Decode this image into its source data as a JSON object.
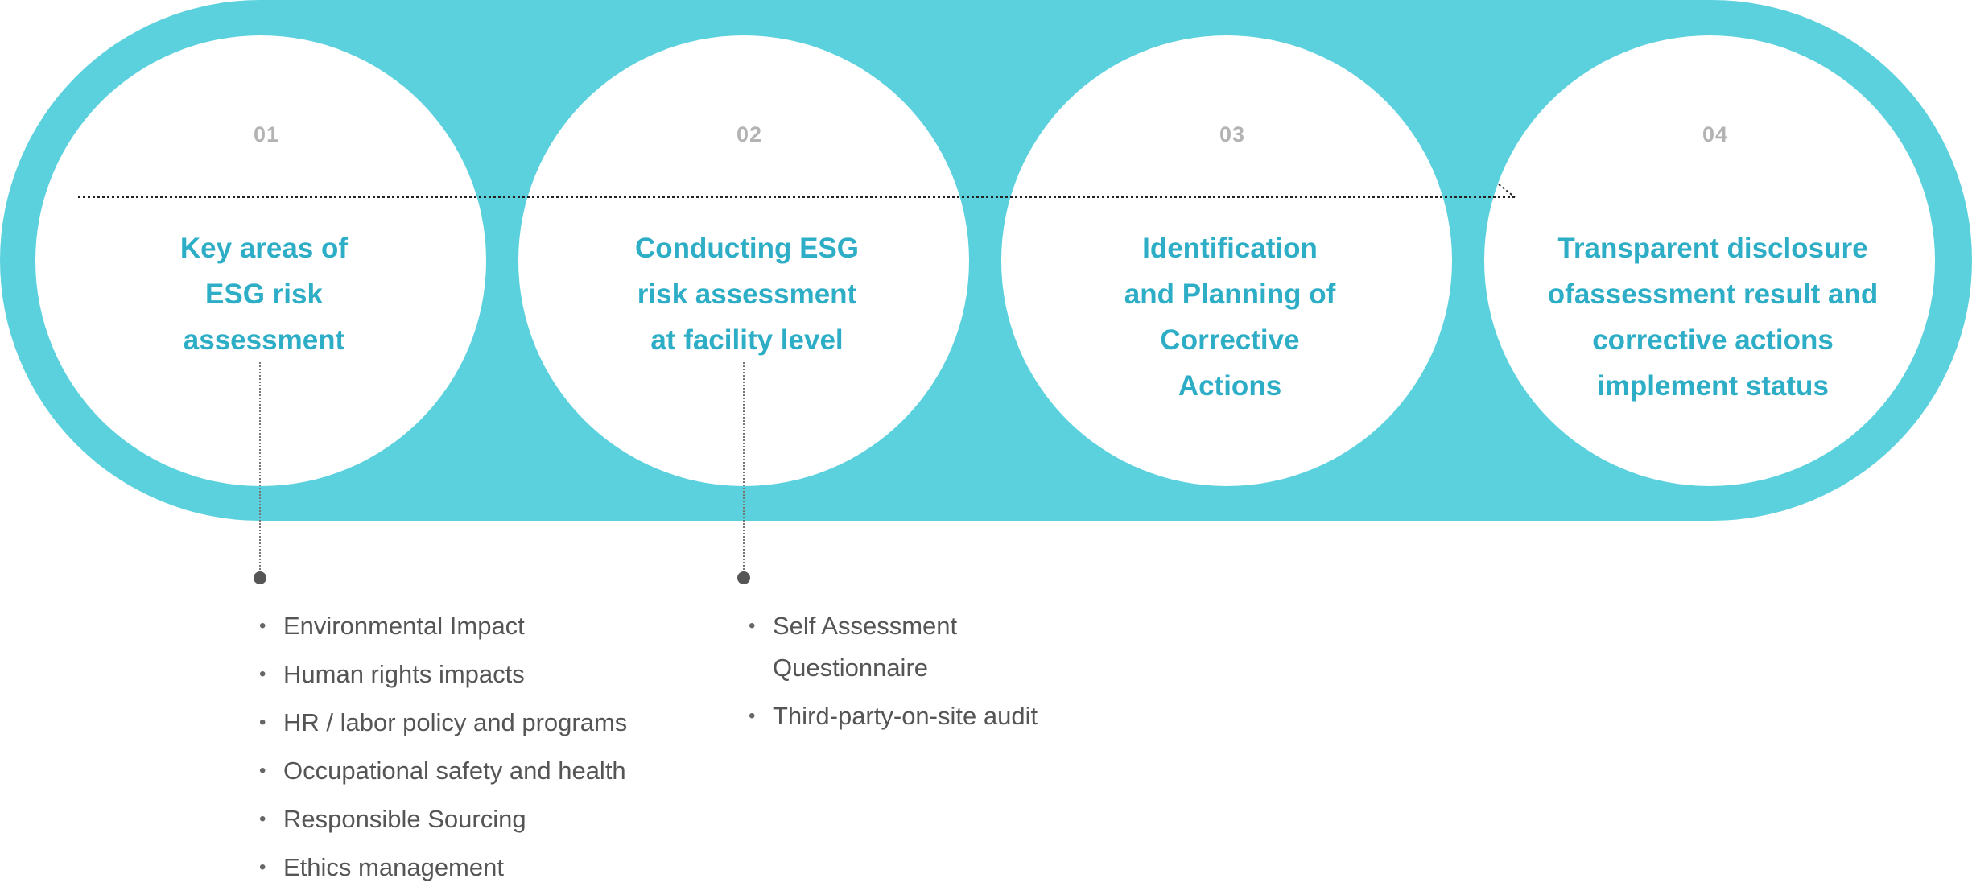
{
  "diagram": {
    "band_color": "#5bd1dd",
    "title_color": "#2eaec6",
    "number_color": "#b3b3b3",
    "list_text_color": "#555555",
    "steps": [
      {
        "number": "01",
        "title_lines": [
          "Key areas of",
          "ESG risk",
          "assessment"
        ]
      },
      {
        "number": "02",
        "title_lines": [
          "Conducting ESG",
          "risk assessment",
          "at facility level"
        ]
      },
      {
        "number": "03",
        "title_lines": [
          "Identification",
          "and Planning of",
          "Corrective",
          "Actions"
        ]
      },
      {
        "number": "04",
        "title_lines": [
          "Transparent disclosure",
          "ofassessment result and",
          "corrective actions",
          "implement status"
        ]
      }
    ],
    "step1_details": [
      "Environmental Impact",
      "Human rights impacts",
      "HR / labor policy and programs",
      "Occupational safety and health",
      "Responsible Sourcing",
      "Ethics management"
    ],
    "step2_details": [
      "Self Assessment Questionnaire",
      "Third-party-on-site audit"
    ]
  }
}
